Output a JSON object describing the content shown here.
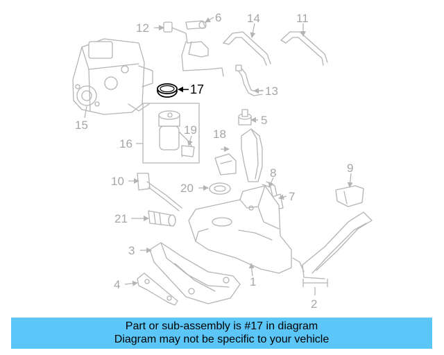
{
  "diagram": {
    "callouts": [
      "1",
      "2",
      "3",
      "4",
      "5",
      "6",
      "7",
      "8",
      "9",
      "10",
      "11",
      "12",
      "13",
      "14",
      "15",
      "16",
      "17",
      "18",
      "19",
      "20",
      "21"
    ],
    "highlighted_callout": "17"
  },
  "banner": {
    "background": "#5bc6f7",
    "line1": "Part or sub-assembly is #17 in diagram",
    "line2": "Diagram may not be specific to your vehicle"
  },
  "colors": {
    "parts": "#b4b4b4",
    "labels": "#a6a6a6",
    "highlight": "#000000"
  }
}
